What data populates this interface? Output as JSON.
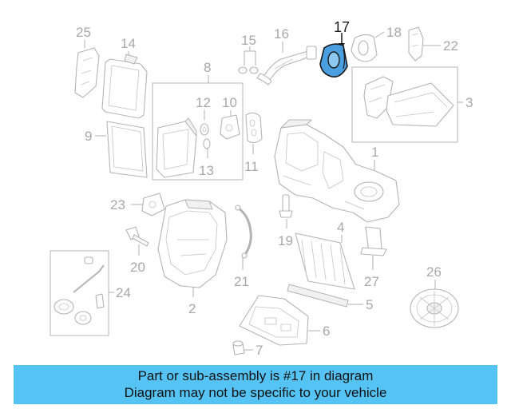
{
  "diagram": {
    "highlighted_part": "17",
    "highlight_color": "#4a9fe0",
    "callouts": [
      "25",
      "14",
      "15",
      "16",
      "17",
      "18",
      "22",
      "8",
      "3",
      "12",
      "10",
      "9",
      "13",
      "11",
      "1",
      "23",
      "4",
      "19",
      "27",
      "20",
      "21",
      "26",
      "24",
      "2",
      "5",
      "6",
      "7"
    ]
  },
  "banner": {
    "line1": "Part or sub-assembly is #17 in diagram",
    "line2": "Diagram may not be specific to your vehicle",
    "background": "#55c4f5"
  }
}
